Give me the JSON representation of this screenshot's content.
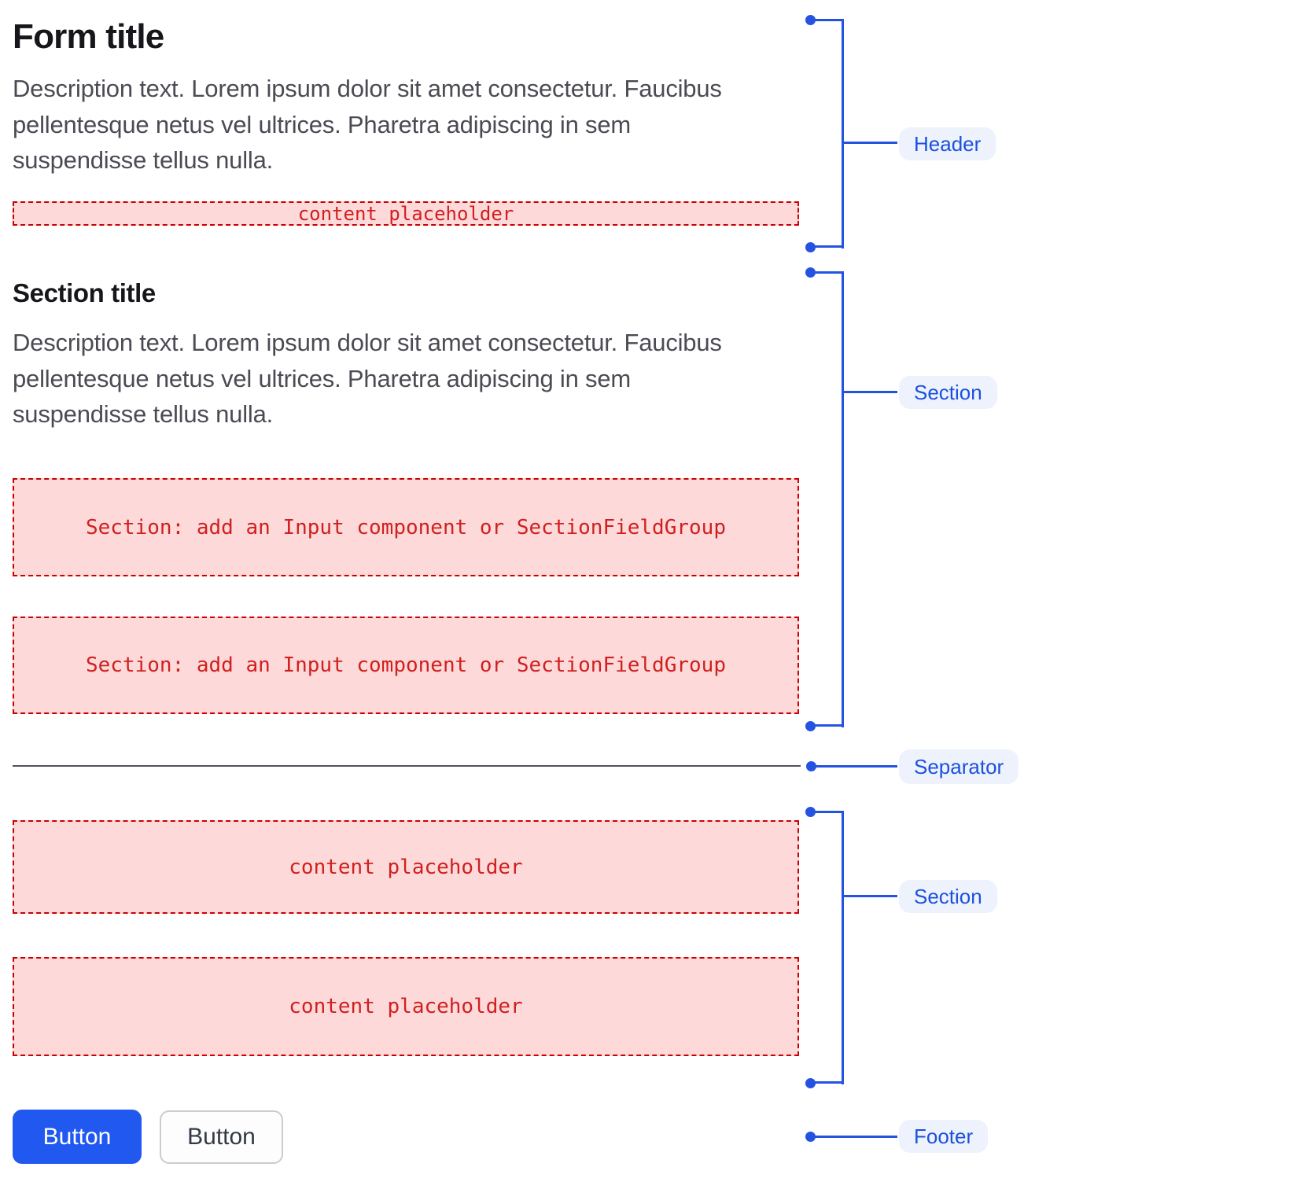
{
  "header": {
    "title": "Form title",
    "description": "Description text. Lorem ipsum dolor sit amet consectetur. Faucibus pellentesque netus vel ultrices. Pharetra adipiscing in sem suspendisse tellus nulla.",
    "placeholder": "content placeholder"
  },
  "section": {
    "title": "Section title",
    "description": "Description text. Lorem ipsum dolor sit amet consectetur. Faucibus pellentesque netus vel ultrices. Pharetra adipiscing in sem suspendisse tellus nulla.",
    "field_placeholder_1": "Section: add an Input component or SectionFieldGroup",
    "field_placeholder_2": "Section: add an Input component or SectionFieldGroup"
  },
  "section2": {
    "placeholder_1": "content placeholder",
    "placeholder_2": "content placeholder"
  },
  "footer": {
    "primary_button_label": "Button",
    "secondary_button_label": "Button"
  },
  "annotations": {
    "header": "Header",
    "section1": "Section",
    "separator": "Separator",
    "section2": "Section",
    "footer": "Footer"
  },
  "colors": {
    "annotation_accent": "#2453e2",
    "annotation_pill_bg": "#edf2fd",
    "annotation_pill_text": "#1d51dd",
    "placeholder_bg": "#fdd9d9",
    "placeholder_border": "#cc0000",
    "placeholder_text": "#d11f1f",
    "primary_button_bg": "#2158f0",
    "primary_button_text": "#ffffff",
    "secondary_button_bg": "#fdfdfd",
    "secondary_button_border": "#cbcbd0",
    "separator_line": "#52525c",
    "title_text": "#17171b",
    "description_text": "#4b4b54"
  }
}
